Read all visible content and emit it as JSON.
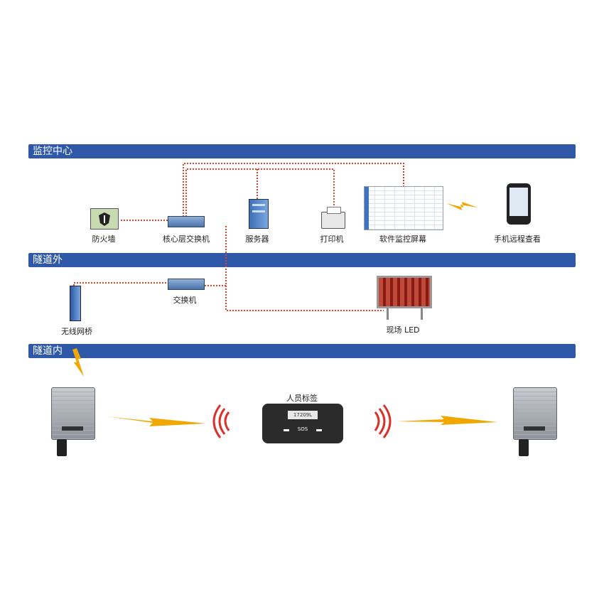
{
  "sections": {
    "monitor_center": "监控中心",
    "tunnel_outside": "隧道外",
    "tunnel_inside": "隧道内"
  },
  "devices": {
    "firewall": "防火墙",
    "core_switch": "核心层交换机",
    "server": "服务器",
    "printer": "打印机",
    "software_screen": "软件监控屏幕",
    "phone_remote": "手机远程查看",
    "switch": "交换机",
    "wireless_bridge": "无线网桥",
    "site_led": "现场 LED",
    "personnel_tag": "人员标签",
    "tag_display": "17209L",
    "tag_sos": "SOS"
  },
  "colors": {
    "band": "#2f59a8",
    "wire": "#e8412b",
    "bolt": "#f0a800"
  }
}
